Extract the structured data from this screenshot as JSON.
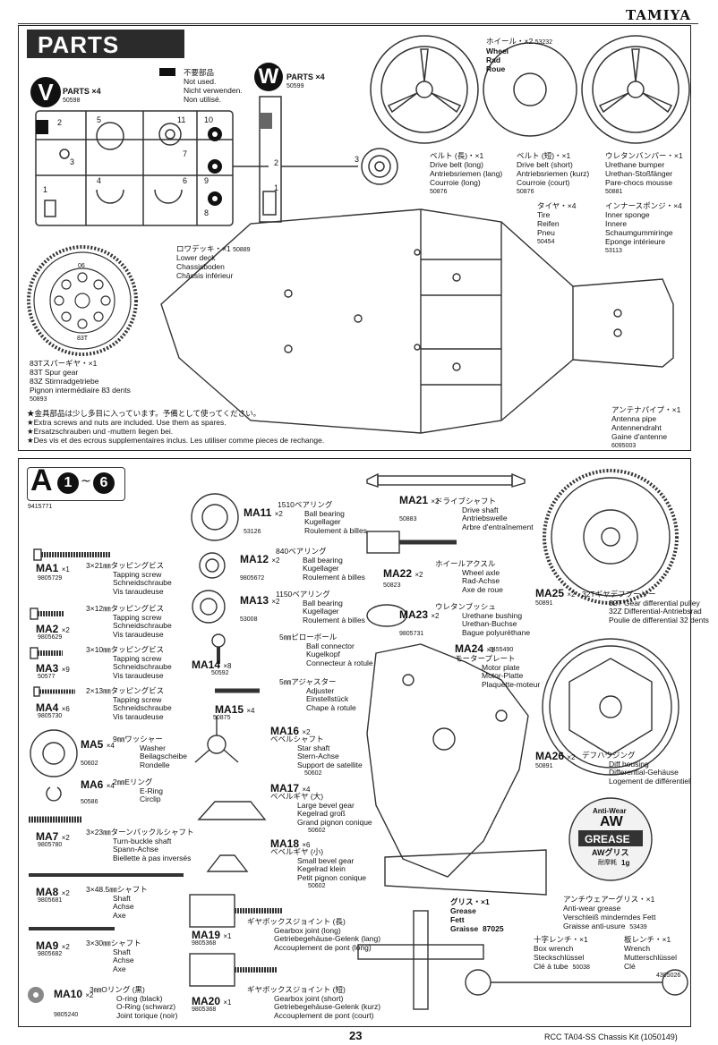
{
  "brand": "TAMIYA",
  "parts_title": "PARTS",
  "not_used": [
    "不要部品",
    "Not used.",
    "Nicht verwenden.",
    "Non utilisé."
  ],
  "treeV": {
    "letter": "V",
    "name": "PARTS ×4",
    "code": "50598",
    "nums": [
      "2",
      "3",
      "5",
      "11",
      "7",
      "10",
      "4",
      "6",
      "9",
      "1",
      "8"
    ]
  },
  "treeW": {
    "letter": "W",
    "name": "PARTS ×4",
    "code": "50599",
    "nums": [
      "2",
      "3",
      "1"
    ]
  },
  "wheel": {
    "lines": [
      "ホイール・×2",
      "Wheel",
      "Rad",
      "Roue"
    ],
    "code": "53232"
  },
  "belt_long": {
    "lines": [
      "ベルト (長)・×1",
      "Drive belt (long)",
      "Antriebsriemen (lang)",
      "Courroie (long)"
    ],
    "code": "50876"
  },
  "belt_short": {
    "lines": [
      "ベルト (短)・×1",
      "Drive belt (short)",
      "Antriebsriemen (kurz)",
      "Courroie (court)"
    ],
    "code": "50876"
  },
  "bumper": {
    "lines": [
      "ウレタンバンパー・×1",
      "Urethane bumper",
      "Urethan-Stoßfänger",
      "Pare-chocs mousse"
    ],
    "code": "50881"
  },
  "tire": {
    "lines": [
      "タイヤ・×4",
      "Tire",
      "Reifen",
      "Pneu"
    ],
    "code": "50454"
  },
  "sponge": {
    "lines": [
      "インナースポンジ・×4",
      "Inner sponge",
      "Innere",
      "Schaumgummiringe",
      "Eponge intérieure"
    ],
    "code": "53113"
  },
  "lower_deck": {
    "lines": [
      "ロワデッキ・×1",
      "Lower deck",
      "Chassisboden",
      "Châssis inférieur"
    ],
    "code": "50889"
  },
  "spur": {
    "lines": [
      "83Tスパーギヤ・×1",
      "83T Spur gear",
      "83Z Stirnradgetriebe",
      "Pignon intermédiaire 83 dents"
    ],
    "code": "50893",
    "mark1": "06",
    "mark2": "83T"
  },
  "antenna": {
    "lines": [
      "アンテナパイプ・×1",
      "Antenna pipe",
      "Antennendraht",
      "Gaine d'antenne"
    ],
    "code": "6095003"
  },
  "spare_notes": [
    "★金具部品は少し多目に入っています。予備として使ってください。",
    "★Extra screws and nuts are included. Use them as spares.",
    "★Ersatzschrauben und -muttern liegen bei.",
    "★Des vis et des ecrous supplementaires inclus. Les utiliser comme pieces de rechange."
  ],
  "bagA": {
    "letter": "A",
    "from": "1",
    "tilde": "~",
    "to": "6",
    "code": "9415771"
  },
  "items": [
    {
      "id": "MA1",
      "qty": "×1",
      "code": "9805729",
      "lines": [
        "3×21㎜タッピングビス",
        "Tapping screw",
        "Schneidschraube",
        "Vis taraudeuse"
      ]
    },
    {
      "id": "MA2",
      "qty": "×2",
      "code": "9805629",
      "lines": [
        "3×12㎜タッピングビス",
        "Tapping screw",
        "Schneidschraube",
        "Vis taraudeuse"
      ]
    },
    {
      "id": "MA3",
      "qty": "×9",
      "code": "50577",
      "lines": [
        "3×10㎜タッピングビス",
        "Tapping screw",
        "Schneidschraube",
        "Vis taraudeuse"
      ]
    },
    {
      "id": "MA4",
      "qty": "×6",
      "code": "9805730",
      "lines": [
        "2×13㎜タッピングビス",
        "Tapping screw",
        "Schneidschraube",
        "Vis taraudeuse"
      ]
    },
    {
      "id": "MA5",
      "qty": "×4",
      "code": "50602",
      "lines": [
        "9㎜ワッシャー",
        "Washer",
        "Beilagscheibe",
        "Rondelle"
      ]
    },
    {
      "id": "MA6",
      "qty": "×4",
      "code": "50586",
      "lines": [
        "2㎜Eリング",
        "E-Ring",
        "Circlip"
      ]
    },
    {
      "id": "MA7",
      "qty": "×2",
      "code": "9805780",
      "lines": [
        "3×23㎜ターンバックルシャフト",
        "Turn-buckle shaft",
        "Spann-Achse",
        "Biellette à pas inversés"
      ]
    },
    {
      "id": "MA8",
      "qty": "×2",
      "code": "9805681",
      "lines": [
        "3×48.5㎜シャフト",
        "Shaft",
        "Achse",
        "Axe"
      ]
    },
    {
      "id": "MA9",
      "qty": "×2",
      "code": "9805682",
      "lines": [
        "3×30㎜シャフト",
        "Shaft",
        "Achse",
        "Axe"
      ]
    },
    {
      "id": "MA10",
      "qty": "×2",
      "code": "9805240",
      "lines": [
        "3㎜Oリング (黒)",
        "O-ring (black)",
        "O-Ring (schwarz)",
        "Joint torique (noir)"
      ]
    },
    {
      "id": "MA11",
      "qty": "×2",
      "code": "53126",
      "lines": [
        "1510ベアリング",
        "Ball bearing",
        "Kugellager",
        "Roulement à billes"
      ]
    },
    {
      "id": "MA12",
      "qty": "×2",
      "code": "9805672",
      "lines": [
        "840ベアリング",
        "Ball bearing",
        "Kugellager",
        "Roulement à billes"
      ]
    },
    {
      "id": "MA13",
      "qty": "×2",
      "code": "53008",
      "lines": [
        "1150ベアリング",
        "Ball bearing",
        "Kugellager",
        "Roulement à billes"
      ]
    },
    {
      "id": "MA14",
      "qty": "×8",
      "code": "50592",
      "lines": [
        "5㎜ピローボール",
        "Ball connector",
        "Kugelkopf",
        "Connecteur à rotule"
      ]
    },
    {
      "id": "MA15",
      "qty": "×4",
      "code": "50875",
      "lines": [
        "5㎜アジャスター",
        "Adjuster",
        "Einstellstück",
        "Chape à rotule"
      ]
    },
    {
      "id": "MA16",
      "qty": "×2",
      "code": "50602",
      "lines": [
        "ベベルシャフト",
        "Star shaft",
        "Stern-Achse",
        "Support de satellite"
      ]
    },
    {
      "id": "MA17",
      "qty": "×4",
      "code": "50602",
      "lines": [
        "ベベルギヤ (大)",
        "Large bevel gear",
        "Kegelrad groß",
        "Grand pignon conique"
      ]
    },
    {
      "id": "MA18",
      "qty": "×6",
      "code": "50602",
      "lines": [
        "ベベルギヤ (小)",
        "Small bevel gear",
        "Kegelrad klein",
        "Petit pignon conique"
      ]
    },
    {
      "id": "MA19",
      "qty": "×1",
      "code": "9805368",
      "lines": [
        "ギヤボックスジョイント (長)",
        "Gearbox joint (long)",
        "Getriebegehäuse-Gelenk (lang)",
        "Accouplement de pont (long)"
      ]
    },
    {
      "id": "MA20",
      "qty": "×1",
      "code": "9805368",
      "lines": [
        "ギヤボックスジョイント (短)",
        "Gearbox joint (short)",
        "Getriebegehäuse-Gelenk (kurz)",
        "Accouplement de pont (court)"
      ]
    },
    {
      "id": "MA21",
      "qty": "×2",
      "code": "50883",
      "lines": [
        "ドライブシャフト",
        "Drive shaft",
        "Antriebswelle",
        "Arbre d'entraînement"
      ]
    },
    {
      "id": "MA22",
      "qty": "×2",
      "code": "50823",
      "lines": [
        "ホイールアクスル",
        "Wheel axle",
        "Rad-Achse",
        "Axe de roue"
      ]
    },
    {
      "id": "MA23",
      "qty": "×2",
      "code": "9805731",
      "lines": [
        "ウレタンブッシュ",
        "Urethane bushing",
        "Urethan-Buchse",
        "Bague polyuréthane"
      ]
    },
    {
      "id": "MA24",
      "qty": "×1",
      "code": "3455490",
      "lines": [
        "モータープレート",
        "Motor plate",
        "Motor-Platte",
        "Plaquette-moteur"
      ]
    },
    {
      "id": "MA25",
      "qty": "×2",
      "code": "50891",
      "lines": [
        "32Tギヤデフプーリー",
        "32T Gear differential pulley",
        "32Z Differential-Antriebsrad",
        "Poulie de differential 32 dents"
      ]
    },
    {
      "id": "MA26",
      "qty": "×2",
      "code": "50891",
      "lines": [
        "デフハウジング",
        "Diff housing",
        "Differential-Gehäuse",
        "Logement de différentiel"
      ]
    }
  ],
  "grease_can": {
    "l1": "Anti-Wear",
    "l2": "AW",
    "l3": "GREASE",
    "l4": "AWグリス",
    "l5": "耐摩耗",
    "l6": "1g"
  },
  "aw_grease": {
    "lines": [
      "アンチウェアーグリス・×1",
      "Anti-wear grease",
      "Verschleiß minderndes Fett",
      "Graisse anti-usure"
    ],
    "code": "53439"
  },
  "grease": {
    "lines": [
      "グリス・×1",
      "Grease",
      "Fett",
      "Graisse"
    ],
    "code": "87025"
  },
  "box_wrench": {
    "lines": [
      "十字レンチ・×1",
      "Box wrench",
      "Steckschlüssel",
      "Clé à tube"
    ],
    "code": "50038"
  },
  "wrench": {
    "lines": [
      "板レンチ・×1",
      "Wrench",
      "Mutterschlüssel",
      "Clé"
    ],
    "code": "4305026"
  },
  "page_number": "23",
  "footer": "RCC TA04-SS Chassis Kit (1050149)"
}
